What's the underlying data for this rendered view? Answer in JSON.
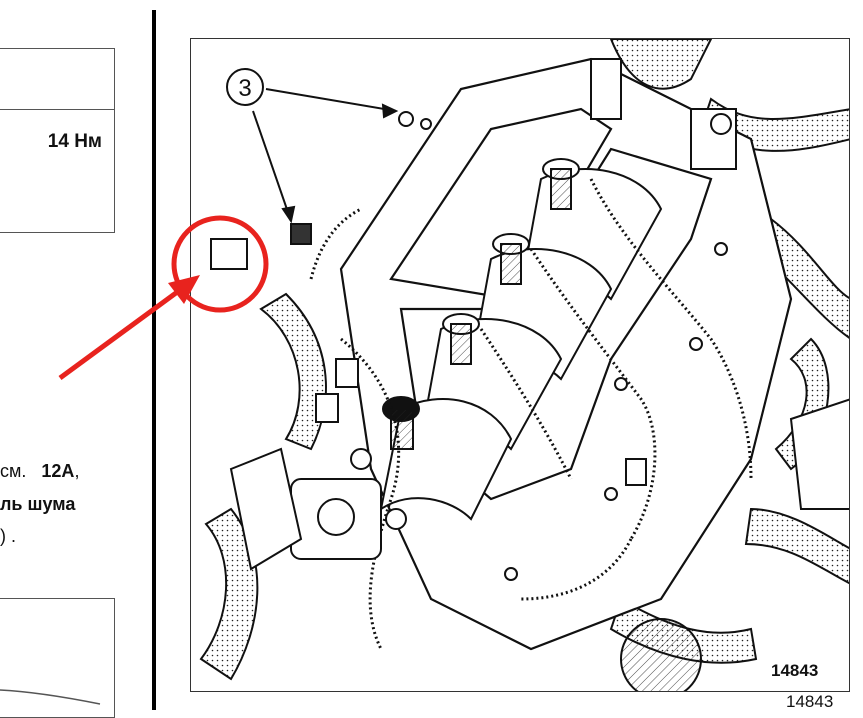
{
  "left_column": {
    "torque_value": "14 Нм",
    "line1_prefix": "см.",
    "line1_bold": "12A",
    "line1_suffix": ",",
    "line2": "ль шума",
    "line3": ") ."
  },
  "figure": {
    "callout_label": "3",
    "figure_number": "14843",
    "figure_number_outside": "14843"
  },
  "colors": {
    "annotation": "#e8231e",
    "line_art": "#111111"
  }
}
